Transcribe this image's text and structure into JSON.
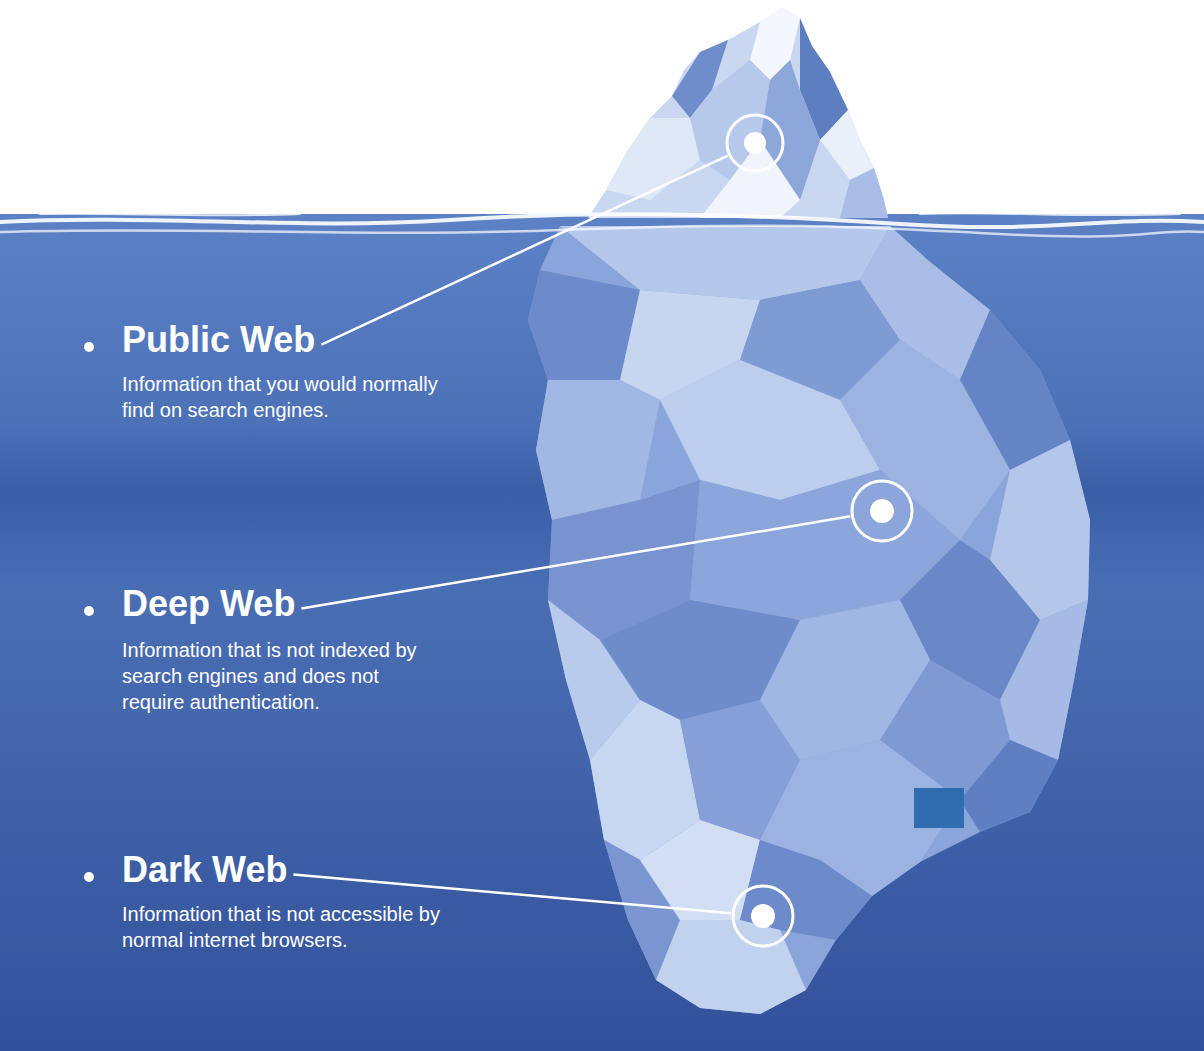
{
  "diagram": {
    "labels": [
      "Public Web",
      "Information that you would normally find on search engines.",
      "Deep Web",
      "Information that is not indexed by search engines and does not require authentication.",
      "Dark Web",
      "Information that is not accessible by normal internet browsers."
    ]
  }
}
